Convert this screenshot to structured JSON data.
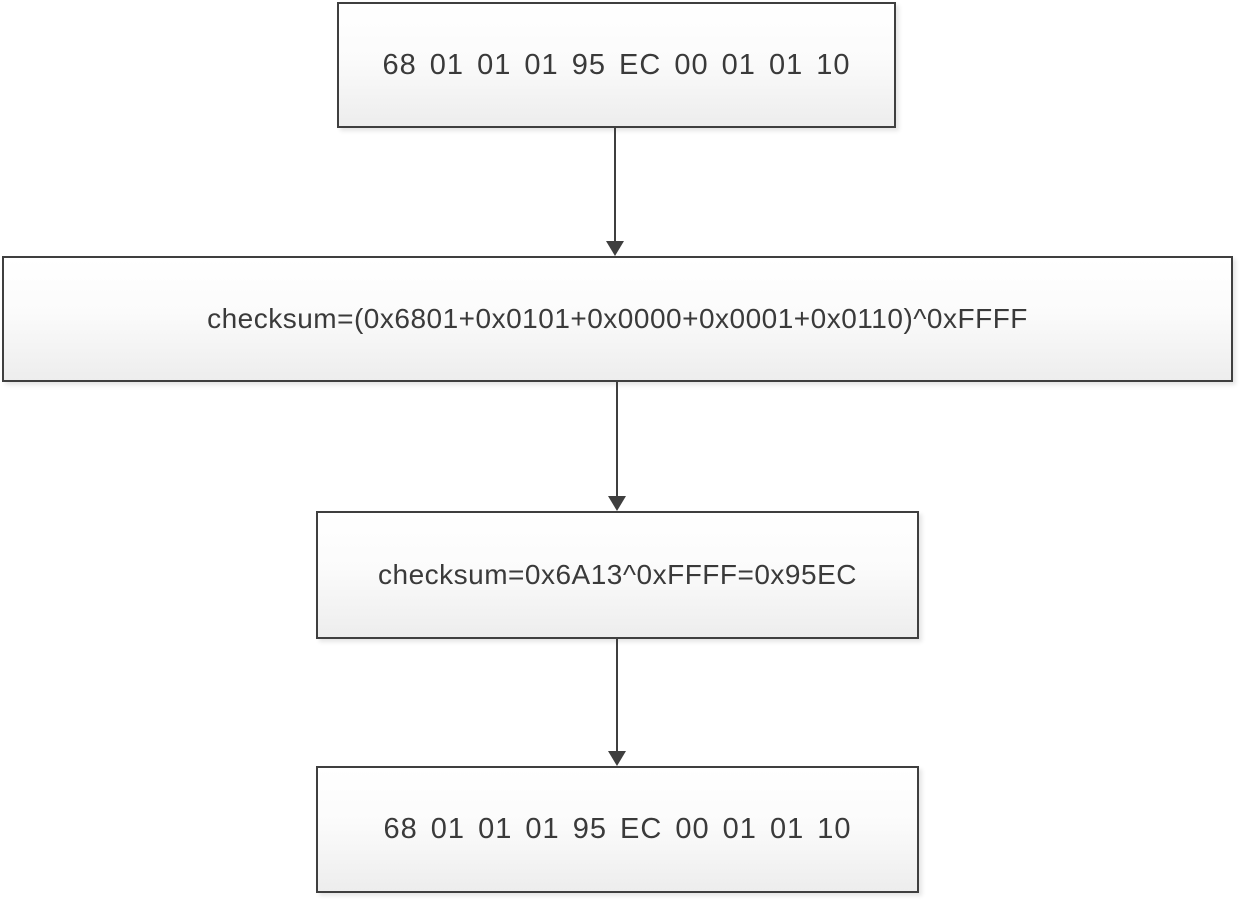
{
  "diagram": {
    "type": "flowchart",
    "colors": {
      "background": "#ffffff",
      "node_border": "#3f3f3f",
      "node_fill_top": "#ffffff",
      "node_fill_bottom": "#ededed",
      "text": "#3a3a3a",
      "arrow": "#3f3f3f"
    },
    "nodes": [
      {
        "id": "input-frame",
        "text": "68 01 01 01 95 EC 00 01 01 10"
      },
      {
        "id": "checksum-formula",
        "text": "checksum=(0x6801+0x0101+0x0000+0x0001+0x0110)^0xFFFF"
      },
      {
        "id": "checksum-result",
        "text": "checksum=0x6A13^0xFFFF=0x95EC"
      },
      {
        "id": "output-frame",
        "text": "68 01 01 01 95 EC 00 01 01 10"
      }
    ],
    "connectors": [
      {
        "from": "input-frame",
        "to": "checksum-formula",
        "direction": "down"
      },
      {
        "from": "checksum-formula",
        "to": "checksum-result",
        "direction": "down"
      },
      {
        "from": "checksum-result",
        "to": "output-frame",
        "direction": "down"
      }
    ]
  }
}
